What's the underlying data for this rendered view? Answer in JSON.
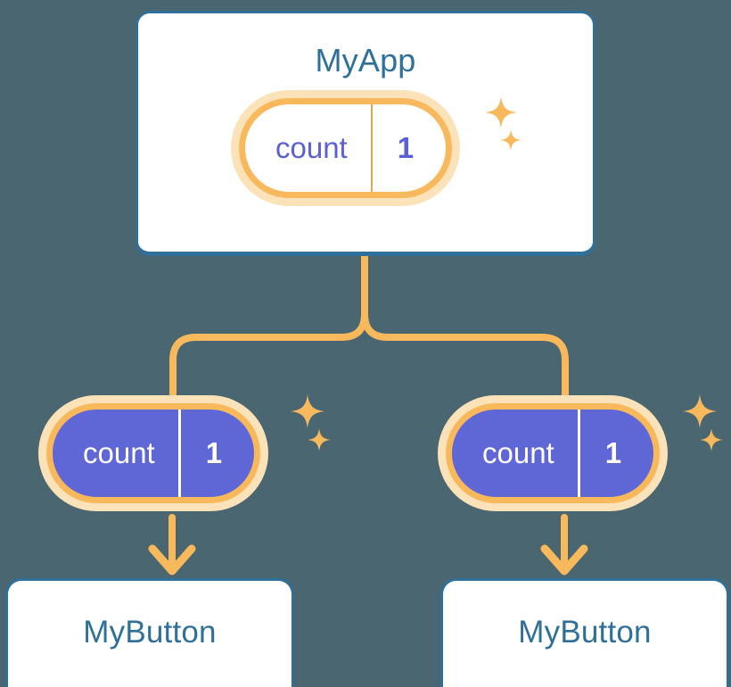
{
  "colors": {
    "background": "#4a6670",
    "card_border": "#2e7099",
    "card_fill": "#ffffff",
    "title_text": "#2e7099",
    "pill_ring": "#f8b95c",
    "pill_ring_glow": "#fbe2b9",
    "pill_fill_filled": "#5f66d6",
    "pill_text_purple": "#5b5fd8",
    "pill_text_white": "#ffffff",
    "connector": "#f8b95c",
    "sparkle": "#f8b95c"
  },
  "app": {
    "title": "MyApp",
    "state": {
      "key": "count",
      "value": "1"
    }
  },
  "children": [
    {
      "title": "MyButton",
      "state": {
        "key": "count",
        "value": "1"
      }
    },
    {
      "title": "MyButton",
      "state": {
        "key": "count",
        "value": "1"
      }
    }
  ],
  "icons": {
    "sparkle_large": "sparkle-icon",
    "sparkle_small": "sparkle-icon"
  }
}
